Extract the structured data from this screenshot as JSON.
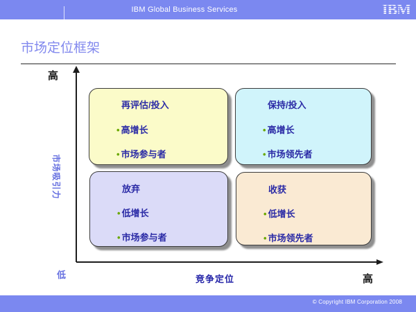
{
  "header": {
    "bar_title": "IBM Global Business Services",
    "logo_text": "IBM"
  },
  "slide": {
    "title": "市场定位框架"
  },
  "matrix": {
    "y_axis": {
      "label": "市场吸引力",
      "top_label": "高",
      "bottom_label": "低"
    },
    "x_axis": {
      "label": "竞争定位",
      "right_label": "高"
    },
    "quadrants": [
      {
        "position": "top-left",
        "title": "再评估/投入",
        "bullets": [
          "高增长",
          "市场参与者"
        ],
        "fill": "#FBFBC9"
      },
      {
        "position": "top-right",
        "title": "保持/投入",
        "bullets": [
          "高增长",
          "市场领先者"
        ],
        "fill": "#D0F4FB"
      },
      {
        "position": "bottom-left",
        "title": "放弃",
        "bullets": [
          "低增长",
          "市场参与者"
        ],
        "fill": "#DBDBF8"
      },
      {
        "position": "bottom-right",
        "title": "收获",
        "bullets": [
          "低增长",
          "市场领先者"
        ],
        "fill": "#FAEAD3"
      }
    ]
  },
  "footer": {
    "copyright": "© Copyright IBM Corporation 2008"
  },
  "colors": {
    "bar_background": "#7B88F0",
    "slide_title": "#8289EE",
    "axis_label_periwinkle": "#6670E0",
    "axis_label_navy": "#2525A8",
    "quadrant_text": "#2B2BA6",
    "bullet_dot": "#6AA800",
    "axis_line": "#1c1c1c"
  }
}
